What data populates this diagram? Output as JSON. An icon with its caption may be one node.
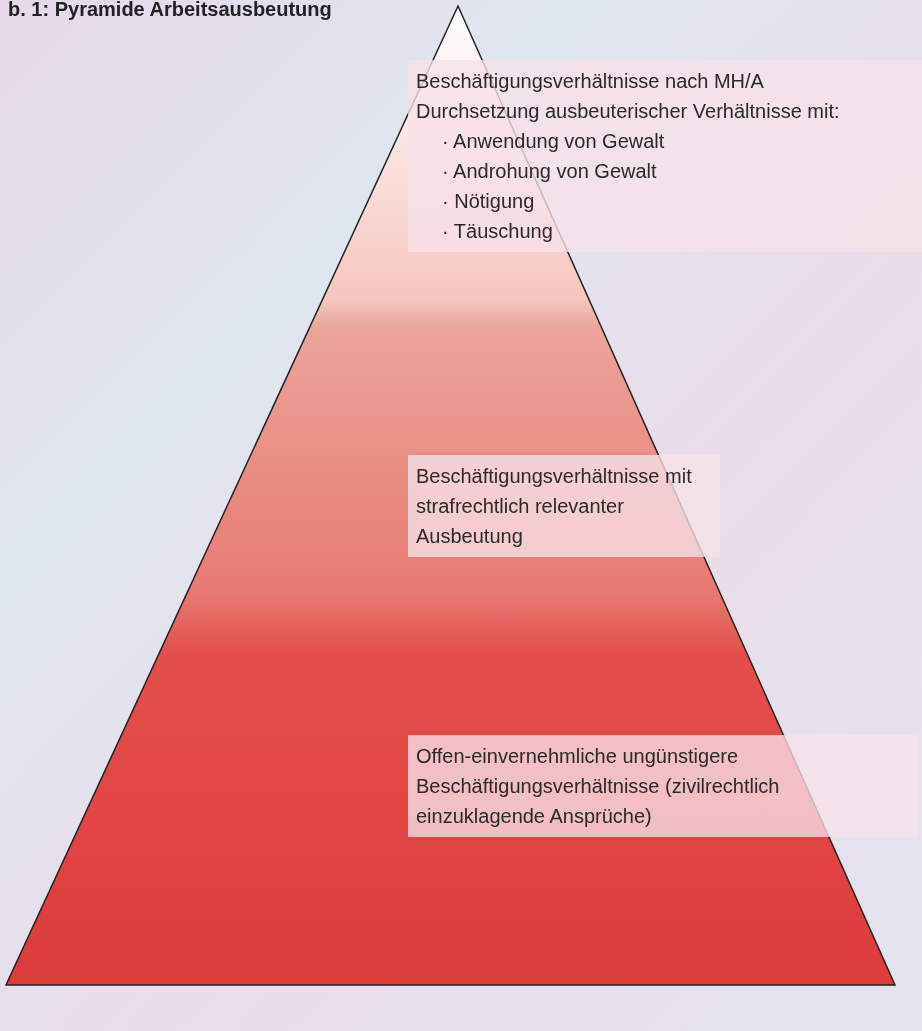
{
  "diagram": {
    "title": "b. 1: Pyramide Arbeitsausbeutung",
    "nodes": [
      {
        "text": [
          "Beschäftigungsverhältnisse nach MH/A",
          "Durchsetzung ausbeuterischer Verhältnisse mit:",
          "· Anwendung von Gewalt",
          "· Androhung von Gewalt",
          "· Nötigung",
          "· Täuschung"
        ]
      },
      {
        "text": [
          "Beschäftigungsverhältnisse mit strafrechtlich relevanter Ausbeutung"
        ]
      },
      {
        "text": [
          "Offen-einvernehmliche ungünstigere Beschäftigungsverhältnisse (zivilrechtlich einzuklagende Ansprüche)"
        ]
      }
    ],
    "edges": []
  }
}
